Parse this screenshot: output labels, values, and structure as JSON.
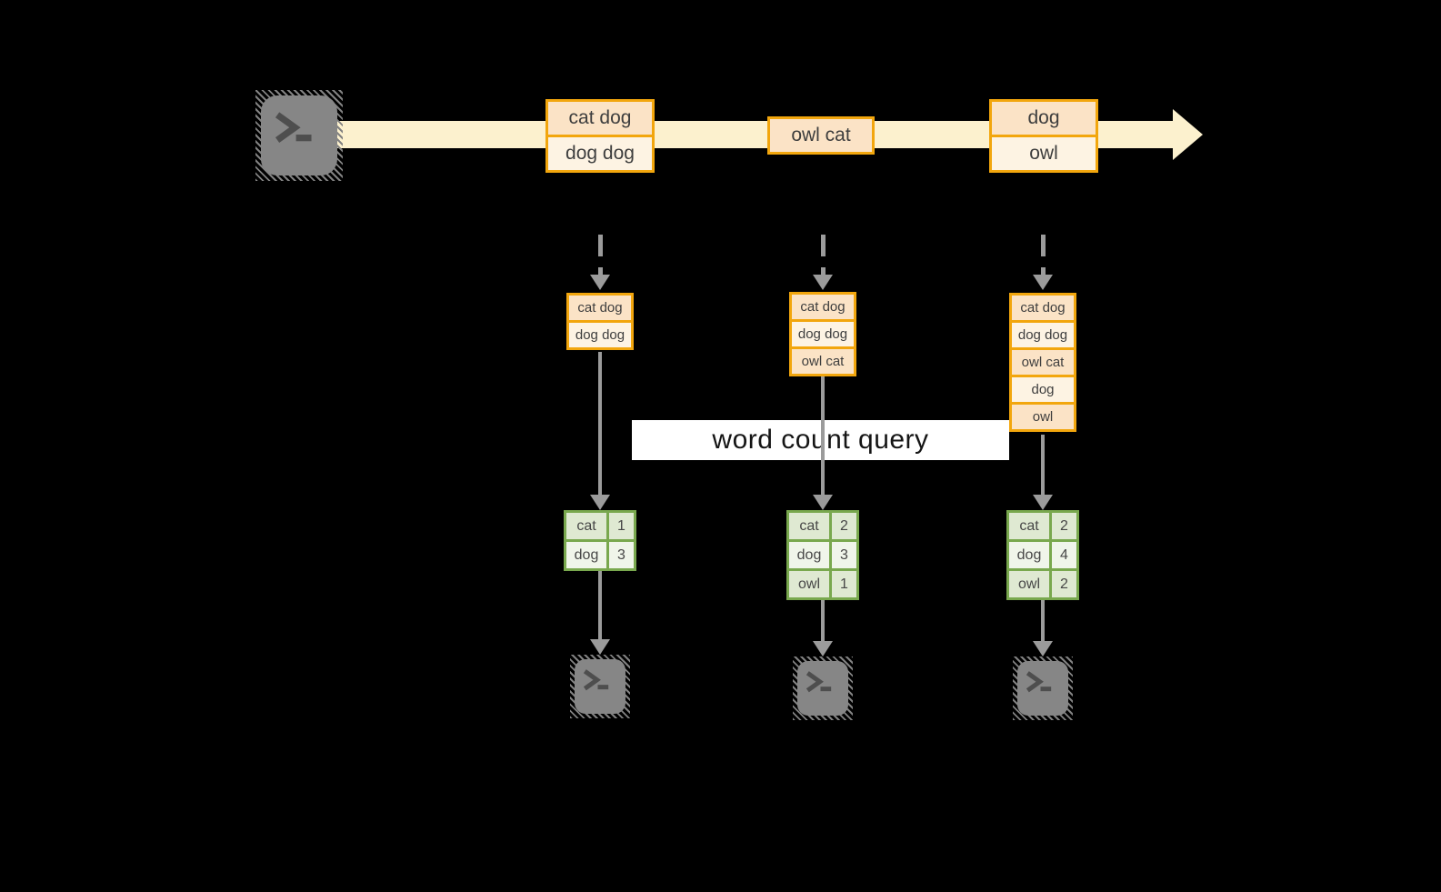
{
  "colors": {
    "background": "#000000",
    "stream_band": "#fcf1ce",
    "box_border_orange": "#f2a60d",
    "cell_peach": "#fbe3c6",
    "cell_cream": "#fdf3e3",
    "table_border_green": "#79a84e",
    "cell_green_dark": "#dfe9d2",
    "cell_green_light": "#f0f5ea",
    "arrow_gray": "#9b9b9b",
    "terminal_gray": "#868686",
    "query_band_bg": "#ffffff",
    "text_dark": "#3e3e3e"
  },
  "stream": {
    "source_icon": "terminal-icon",
    "events": [
      {
        "rows": [
          "cat dog",
          "dog dog"
        ]
      },
      {
        "rows": [
          "owl cat"
        ]
      },
      {
        "rows": [
          "dog",
          "owl"
        ]
      }
    ]
  },
  "query_label": "word count query",
  "columns": [
    {
      "buffer": [
        "cat dog",
        "dog dog"
      ],
      "result": [
        [
          "cat",
          "1"
        ],
        [
          "dog",
          "3"
        ]
      ],
      "sink_icon": "terminal-icon"
    },
    {
      "buffer": [
        "cat dog",
        "dog dog",
        "owl cat"
      ],
      "result": [
        [
          "cat",
          "2"
        ],
        [
          "dog",
          "3"
        ],
        [
          "owl",
          "1"
        ]
      ],
      "sink_icon": "terminal-icon"
    },
    {
      "buffer": [
        "cat dog",
        "dog dog",
        "owl cat",
        "dog",
        "owl"
      ],
      "result": [
        [
          "cat",
          "2"
        ],
        [
          "dog",
          "4"
        ],
        [
          "owl",
          "2"
        ]
      ],
      "sink_icon": "terminal-icon"
    }
  ]
}
